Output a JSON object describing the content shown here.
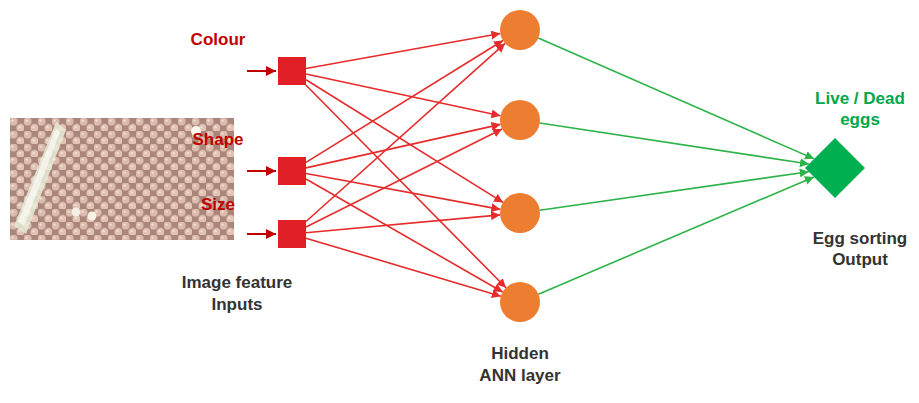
{
  "diagram": {
    "nodes": [
      {
        "text": [
          "Colour"
        ]
      },
      {
        "text": [
          "Shape"
        ]
      },
      {
        "text": [
          "Size"
        ]
      },
      {
        "text": []
      },
      {
        "text": []
      },
      {
        "text": []
      },
      {
        "text": []
      },
      {
        "text": [
          "Live / Dead eggs",
          "Egg sorting Output"
        ]
      }
    ],
    "edges": [
      {
        "from": 0,
        "to": 3,
        "arrow": "to"
      },
      {
        "from": 0,
        "to": 4,
        "arrow": "to"
      },
      {
        "from": 0,
        "to": 5,
        "arrow": "to"
      },
      {
        "from": 0,
        "to": 6,
        "arrow": "to"
      },
      {
        "from": 1,
        "to": 3,
        "arrow": "to"
      },
      {
        "from": 1,
        "to": 4,
        "arrow": "to"
      },
      {
        "from": 1,
        "to": 5,
        "arrow": "to"
      },
      {
        "from": 1,
        "to": 6,
        "arrow": "to"
      },
      {
        "from": 2,
        "to": 3,
        "arrow": "to"
      },
      {
        "from": 2,
        "to": 4,
        "arrow": "to"
      },
      {
        "from": 2,
        "to": 5,
        "arrow": "to"
      },
      {
        "from": 2,
        "to": 6,
        "arrow": "to"
      },
      {
        "from": 3,
        "to": 7,
        "arrow": "to"
      },
      {
        "from": 4,
        "to": 7,
        "arrow": "to"
      },
      {
        "from": 5,
        "to": 7,
        "arrow": "to"
      },
      {
        "from": 6,
        "to": 7,
        "arrow": "to"
      }
    ],
    "labels": [
      "Image feature Inputs",
      "Hidden ANN layer"
    ]
  }
}
